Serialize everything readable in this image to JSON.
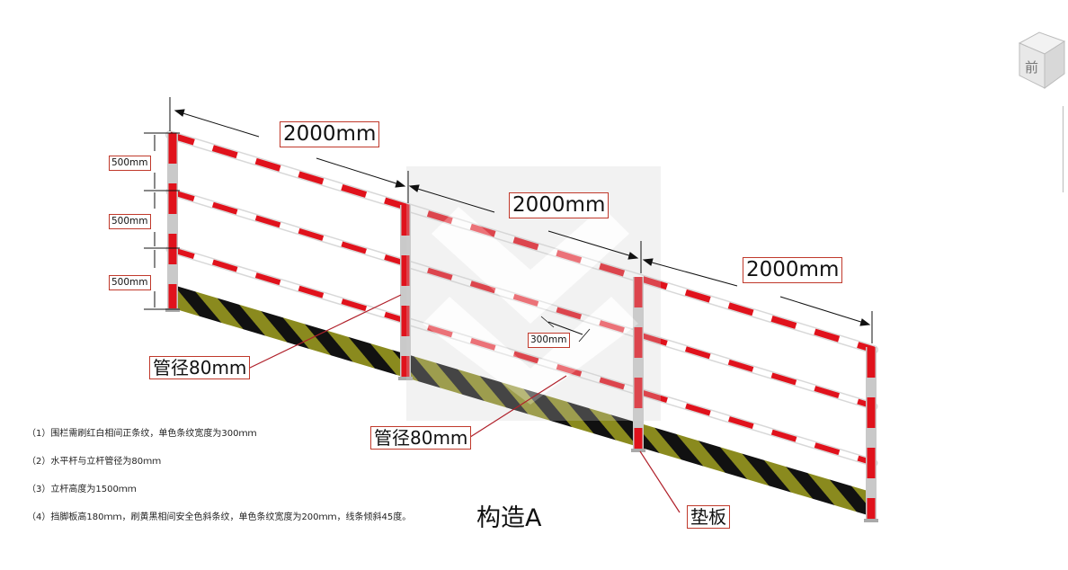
{
  "title": "构造A",
  "dimensions": {
    "span_1": "2000mm",
    "span_2": "2000mm",
    "span_3": "2000mm",
    "rail_spacing_1": "500mm",
    "rail_spacing_2": "500mm",
    "rail_spacing_3": "500mm",
    "stripe_width": "300mm"
  },
  "callouts": {
    "pipe_diameter_1": "管径80mm",
    "pipe_diameter_2": "管径80mm",
    "base_pad": "垫板"
  },
  "notes": [
    "（1）围栏需刷红白相间正条纹，单色条纹宽度为300ｍｍ",
    "（2）水平杆与立杆管径为80ｍｍ",
    "（3）立杆高度为1500ｍｍ",
    "（4）挡脚板高180ｍｍ，刷黄黑相间安全色斜条纹，单色条纹宽度为200ｍｍ，线条倾斜45度。"
  ],
  "viewcube": {
    "face_label": "前"
  },
  "colors": {
    "rail_red": "#e0121c",
    "rail_white": "#ffffff",
    "toe_yellow": "#8a8a1e",
    "toe_black": "#111111",
    "callout_line": "#b0202a",
    "watermark": "#c8c8c8"
  }
}
